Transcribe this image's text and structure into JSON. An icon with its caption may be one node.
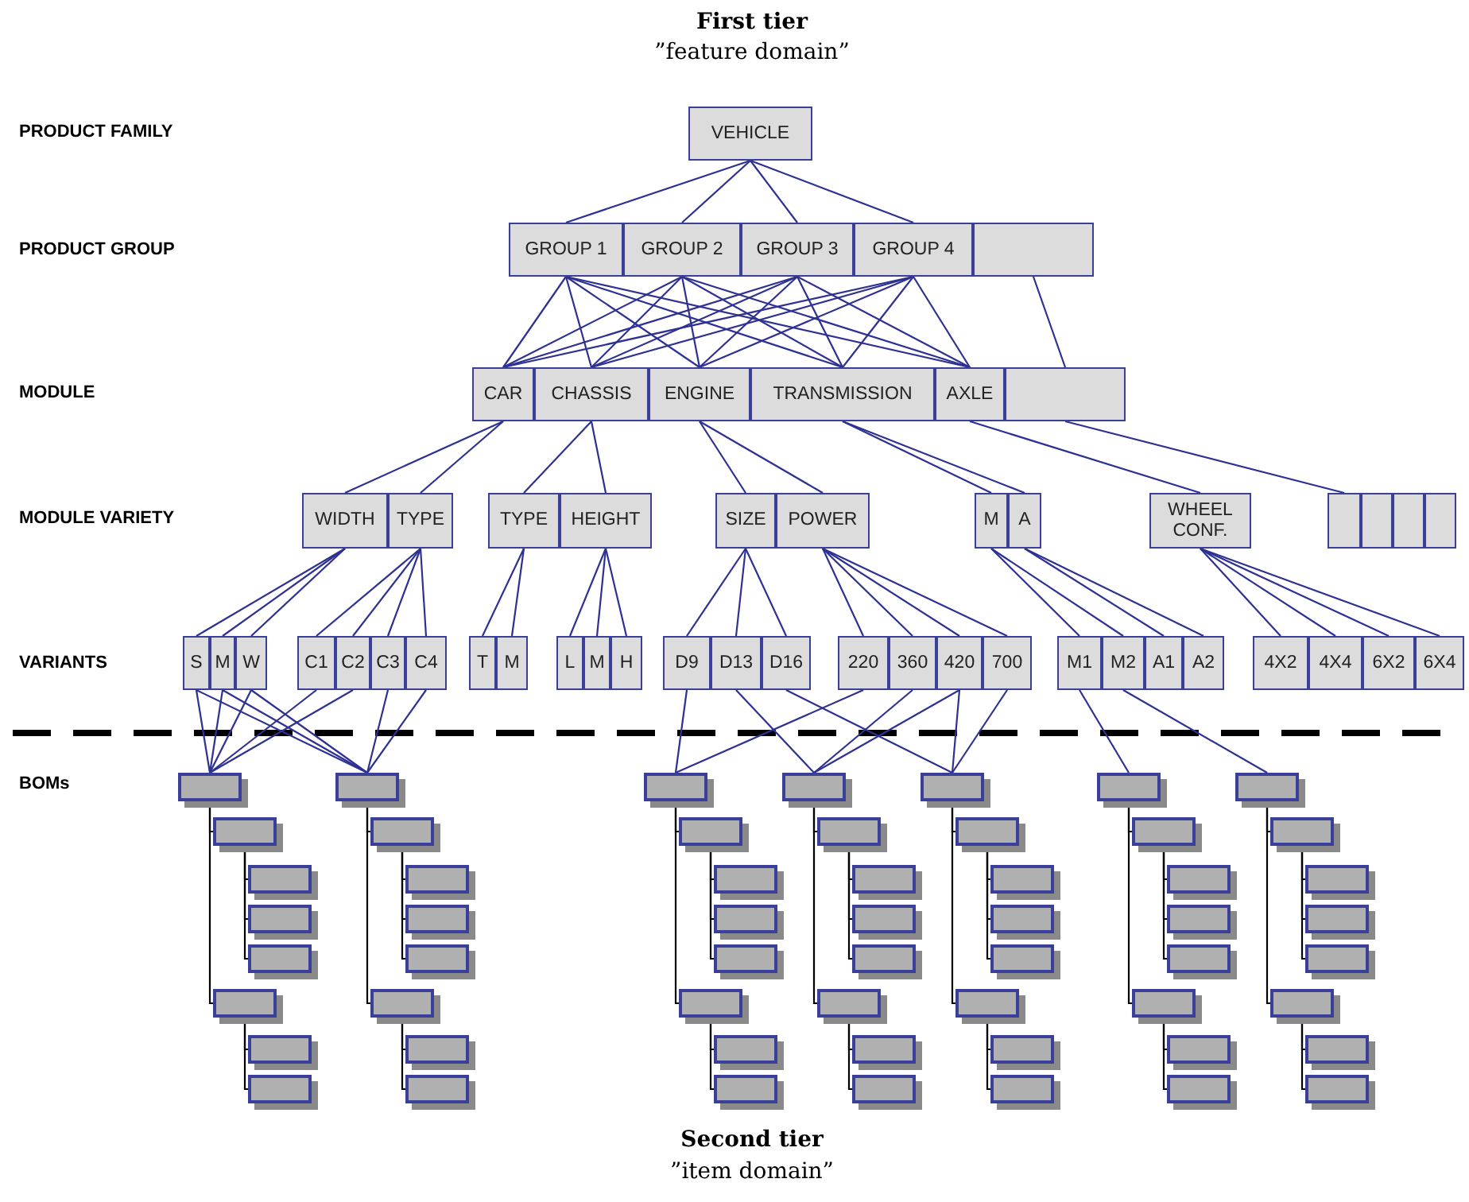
{
  "diagram": {
    "nodes": [
      {
        "text": [
          "VEHICLE"
        ]
      },
      {
        "text": [
          "GROUP 1"
        ]
      },
      {
        "text": [
          "GROUP 2"
        ]
      },
      {
        "text": [
          "GROUP 3"
        ]
      },
      {
        "text": [
          "GROUP 4"
        ]
      },
      {
        "text": [],
        "shape": "box"
      },
      {
        "text": [
          "CAR"
        ]
      },
      {
        "text": [
          "CHASSIS"
        ]
      },
      {
        "text": [
          "ENGINE"
        ]
      },
      {
        "text": [
          "TRANSMISSION"
        ]
      },
      {
        "text": [
          "AXLE"
        ]
      },
      {
        "text": [],
        "shape": "box"
      },
      {
        "text": [
          "WIDTH"
        ]
      },
      {
        "text": [
          "TYPE"
        ]
      },
      {
        "text": [
          "TYPE"
        ]
      },
      {
        "text": [
          "HEIGHT"
        ]
      },
      {
        "text": [
          "SIZE"
        ]
      },
      {
        "text": [
          "POWER"
        ]
      },
      {
        "text": [
          "M"
        ]
      },
      {
        "text": [
          "A"
        ]
      },
      {
        "text": [
          "WHEEL CONF."
        ]
      },
      {
        "text": [],
        "shape": "box"
      },
      {
        "text": [],
        "shape": "box"
      },
      {
        "text": [],
        "shape": "box"
      },
      {
        "text": [],
        "shape": "box"
      },
      {
        "text": [
          "S"
        ]
      },
      {
        "text": [
          "M"
        ]
      },
      {
        "text": [
          "W"
        ]
      },
      {
        "text": [
          "C1"
        ]
      },
      {
        "text": [
          "C2"
        ]
      },
      {
        "text": [
          "C3"
        ]
      },
      {
        "text": [
          "C4"
        ]
      },
      {
        "text": [
          "T"
        ]
      },
      {
        "text": [
          "M"
        ]
      },
      {
        "text": [
          "L"
        ]
      },
      {
        "text": [
          "M"
        ]
      },
      {
        "text": [
          "H"
        ]
      },
      {
        "text": [
          "D9"
        ]
      },
      {
        "text": [
          "D13"
        ]
      },
      {
        "text": [
          "D16"
        ]
      },
      {
        "text": [
          "220"
        ]
      },
      {
        "text": [
          "360"
        ]
      },
      {
        "text": [
          "420"
        ]
      },
      {
        "text": [
          "700"
        ]
      },
      {
        "text": [
          "M1"
        ]
      },
      {
        "text": [
          "M2"
        ]
      },
      {
        "text": [
          "A1"
        ]
      },
      {
        "text": [
          "A2"
        ]
      },
      {
        "text": [
          "4X2"
        ]
      },
      {
        "text": [
          "4X4"
        ]
      },
      {
        "text": [
          "6X2"
        ]
      },
      {
        "text": [
          "6X4"
        ]
      },
      {
        "text": [],
        "shape": "box"
      },
      {
        "text": [],
        "shape": "box"
      },
      {
        "text": [],
        "shape": "box"
      },
      {
        "text": [],
        "shape": "box"
      },
      {
        "text": [],
        "shape": "box"
      },
      {
        "text": [],
        "shape": "box"
      },
      {
        "text": [],
        "shape": "box"
      },
      {
        "text": [],
        "shape": "box"
      },
      {
        "text": [],
        "shape": "box"
      },
      {
        "text": [],
        "shape": "box"
      },
      {
        "text": [],
        "shape": "box"
      },
      {
        "text": [],
        "shape": "box"
      },
      {
        "text": [],
        "shape": "box"
      },
      {
        "text": [],
        "shape": "box"
      },
      {
        "text": [],
        "shape": "box"
      },
      {
        "text": [],
        "shape": "box"
      },
      {
        "text": [],
        "shape": "box"
      },
      {
        "text": [],
        "shape": "box"
      },
      {
        "text": [],
        "shape": "box"
      },
      {
        "text": [],
        "shape": "box"
      },
      {
        "text": [],
        "shape": "box"
      },
      {
        "text": [],
        "shape": "box"
      },
      {
        "text": [],
        "shape": "box"
      },
      {
        "text": [],
        "shape": "box"
      },
      {
        "text": [],
        "shape": "box"
      },
      {
        "text": [],
        "shape": "box"
      },
      {
        "text": [],
        "shape": "box"
      },
      {
        "text": [],
        "shape": "box"
      },
      {
        "text": [],
        "shape": "box"
      },
      {
        "text": [],
        "shape": "box"
      },
      {
        "text": [],
        "shape": "box"
      },
      {
        "text": [],
        "shape": "box"
      },
      {
        "text": [],
        "shape": "box"
      },
      {
        "text": [],
        "shape": "box"
      },
      {
        "text": [],
        "shape": "box"
      },
      {
        "text": [],
        "shape": "box"
      },
      {
        "text": [],
        "shape": "box"
      },
      {
        "text": [],
        "shape": "box"
      },
      {
        "text": [],
        "shape": "box"
      },
      {
        "text": [],
        "shape": "box"
      },
      {
        "text": [],
        "shape": "box"
      },
      {
        "text": [],
        "shape": "box"
      },
      {
        "text": [],
        "shape": "box"
      },
      {
        "text": [],
        "shape": "box"
      },
      {
        "text": [],
        "shape": "box"
      },
      {
        "text": [],
        "shape": "box"
      },
      {
        "text": [],
        "shape": "box"
      },
      {
        "text": [],
        "shape": "box"
      },
      {
        "text": [],
        "shape": "box"
      },
      {
        "text": [],
        "shape": "box"
      },
      {
        "text": [],
        "shape": "box"
      },
      {
        "text": [],
        "shape": "box"
      },
      {
        "text": [],
        "shape": "box"
      },
      {
        "text": [],
        "shape": "box"
      },
      {
        "text": [],
        "shape": "box"
      },
      {
        "text": [],
        "shape": "box"
      }
    ],
    "edges": [
      {
        "from": 0,
        "to": 1,
        "arrow": "none"
      },
      {
        "from": 0,
        "to": 2,
        "arrow": "none"
      },
      {
        "from": 0,
        "to": 3,
        "arrow": "none"
      },
      {
        "from": 0,
        "to": 4,
        "arrow": "none"
      },
      {
        "from": 1,
        "to": 6,
        "arrow": "none"
      },
      {
        "from": 1,
        "to": 7,
        "arrow": "none"
      },
      {
        "from": 1,
        "to": 8,
        "arrow": "none"
      },
      {
        "from": 1,
        "to": 9,
        "arrow": "none"
      },
      {
        "from": 1,
        "to": 10,
        "arrow": "none"
      },
      {
        "from": 2,
        "to": 6,
        "arrow": "none"
      },
      {
        "from": 2,
        "to": 7,
        "arrow": "none"
      },
      {
        "from": 2,
        "to": 8,
        "arrow": "none"
      },
      {
        "from": 2,
        "to": 9,
        "arrow": "none"
      },
      {
        "from": 2,
        "to": 10,
        "arrow": "none"
      },
      {
        "from": 3,
        "to": 6,
        "arrow": "none"
      },
      {
        "from": 3,
        "to": 7,
        "arrow": "none"
      },
      {
        "from": 3,
        "to": 8,
        "arrow": "none"
      },
      {
        "from": 3,
        "to": 9,
        "arrow": "none"
      },
      {
        "from": 3,
        "to": 10,
        "arrow": "none"
      },
      {
        "from": 4,
        "to": 6,
        "arrow": "none"
      },
      {
        "from": 4,
        "to": 7,
        "arrow": "none"
      },
      {
        "from": 4,
        "to": 8,
        "arrow": "none"
      },
      {
        "from": 4,
        "to": 9,
        "arrow": "none"
      },
      {
        "from": 4,
        "to": 10,
        "arrow": "none"
      },
      {
        "from": 5,
        "to": 11,
        "arrow": "none"
      },
      {
        "from": 6,
        "to": 12,
        "arrow": "none"
      },
      {
        "from": 6,
        "to": 13,
        "arrow": "none"
      },
      {
        "from": 7,
        "to": 14,
        "arrow": "none"
      },
      {
        "from": 7,
        "to": 15,
        "arrow": "none"
      },
      {
        "from": 8,
        "to": 16,
        "arrow": "none"
      },
      {
        "from": 8,
        "to": 17,
        "arrow": "none"
      },
      {
        "from": 9,
        "to": 18,
        "arrow": "none"
      },
      {
        "from": 9,
        "to": 19,
        "arrow": "none"
      },
      {
        "from": 10,
        "to": 20,
        "arrow": "none"
      },
      {
        "from": 11,
        "to": 21,
        "arrow": "none"
      },
      {
        "from": 12,
        "to": 25,
        "arrow": "none"
      },
      {
        "from": 12,
        "to": 26,
        "arrow": "none"
      },
      {
        "from": 12,
        "to": 27,
        "arrow": "none"
      },
      {
        "from": 13,
        "to": 28,
        "arrow": "none"
      },
      {
        "from": 13,
        "to": 29,
        "arrow": "none"
      },
      {
        "from": 13,
        "to": 30,
        "arrow": "none"
      },
      {
        "from": 13,
        "to": 31,
        "arrow": "none"
      },
      {
        "from": 14,
        "to": 32,
        "arrow": "none"
      },
      {
        "from": 14,
        "to": 33,
        "arrow": "none"
      },
      {
        "from": 15,
        "to": 34,
        "arrow": "none"
      },
      {
        "from": 15,
        "to": 35,
        "arrow": "none"
      },
      {
        "from": 15,
        "to": 36,
        "arrow": "none"
      },
      {
        "from": 16,
        "to": 37,
        "arrow": "none"
      },
      {
        "from": 16,
        "to": 38,
        "arrow": "none"
      },
      {
        "from": 16,
        "to": 39,
        "arrow": "none"
      },
      {
        "from": 17,
        "to": 40,
        "arrow": "none"
      },
      {
        "from": 17,
        "to": 41,
        "arrow": "none"
      },
      {
        "from": 17,
        "to": 42,
        "arrow": "none"
      },
      {
        "from": 17,
        "to": 43,
        "arrow": "none"
      },
      {
        "from": 18,
        "to": 44,
        "arrow": "none"
      },
      {
        "from": 18,
        "to": 45,
        "arrow": "none"
      },
      {
        "from": 19,
        "to": 46,
        "arrow": "none"
      },
      {
        "from": 19,
        "to": 47,
        "arrow": "none"
      },
      {
        "from": 20,
        "to": 48,
        "arrow": "none"
      },
      {
        "from": 20,
        "to": 49,
        "arrow": "none"
      },
      {
        "from": 20,
        "to": 50,
        "arrow": "none"
      },
      {
        "from": 20,
        "to": 51,
        "arrow": "none"
      },
      {
        "from": 25,
        "to": 52,
        "arrow": "none"
      },
      {
        "from": 25,
        "to": 60,
        "arrow": "none"
      },
      {
        "from": 26,
        "to": 52,
        "arrow": "none"
      },
      {
        "from": 26,
        "to": 60,
        "arrow": "none"
      },
      {
        "from": 27,
        "to": 52,
        "arrow": "none"
      },
      {
        "from": 27,
        "to": 60,
        "arrow": "none"
      },
      {
        "from": 28,
        "to": 52,
        "arrow": "none"
      },
      {
        "from": 29,
        "to": 52,
        "arrow": "none"
      },
      {
        "from": 30,
        "to": 60,
        "arrow": "none"
      },
      {
        "from": 31,
        "to": 60,
        "arrow": "none"
      },
      {
        "from": 37,
        "to": 68,
        "arrow": "none"
      },
      {
        "from": 40,
        "to": 68,
        "arrow": "none"
      },
      {
        "from": 38,
        "to": 76,
        "arrow": "none"
      },
      {
        "from": 41,
        "to": 76,
        "arrow": "none"
      },
      {
        "from": 42,
        "to": 76,
        "arrow": "none"
      },
      {
        "from": 39,
        "to": 84,
        "arrow": "none"
      },
      {
        "from": 42,
        "to": 84,
        "arrow": "none"
      },
      {
        "from": 43,
        "to": 84,
        "arrow": "none"
      },
      {
        "from": 44,
        "to": 92,
        "arrow": "none"
      },
      {
        "from": 45,
        "to": 100,
        "arrow": "none"
      },
      {
        "from": 52,
        "to": 53,
        "arrow": "none",
        "color": "#000000"
      },
      {
        "from": 53,
        "to": 54,
        "arrow": "none",
        "color": "#000000"
      },
      {
        "from": 53,
        "to": 55,
        "arrow": "none",
        "color": "#000000"
      },
      {
        "from": 53,
        "to": 56,
        "arrow": "none",
        "color": "#000000"
      },
      {
        "from": 52,
        "to": 57,
        "arrow": "none",
        "color": "#000000"
      },
      {
        "from": 57,
        "to": 58,
        "arrow": "none",
        "color": "#000000"
      },
      {
        "from": 57,
        "to": 59,
        "arrow": "none",
        "color": "#000000"
      },
      {
        "from": 60,
        "to": 61,
        "arrow": "none",
        "color": "#000000"
      },
      {
        "from": 61,
        "to": 62,
        "arrow": "none",
        "color": "#000000"
      },
      {
        "from": 61,
        "to": 63,
        "arrow": "none",
        "color": "#000000"
      },
      {
        "from": 61,
        "to": 64,
        "arrow": "none",
        "color": "#000000"
      },
      {
        "from": 60,
        "to": 65,
        "arrow": "none",
        "color": "#000000"
      },
      {
        "from": 65,
        "to": 66,
        "arrow": "none",
        "color": "#000000"
      },
      {
        "from": 65,
        "to": 67,
        "arrow": "none",
        "color": "#000000"
      },
      {
        "from": 68,
        "to": 69,
        "arrow": "none",
        "color": "#000000"
      },
      {
        "from": 69,
        "to": 70,
        "arrow": "none",
        "color": "#000000"
      },
      {
        "from": 69,
        "to": 71,
        "arrow": "none",
        "color": "#000000"
      },
      {
        "from": 69,
        "to": 72,
        "arrow": "none",
        "color": "#000000"
      },
      {
        "from": 68,
        "to": 73,
        "arrow": "none",
        "color": "#000000"
      },
      {
        "from": 73,
        "to": 74,
        "arrow": "none",
        "color": "#000000"
      },
      {
        "from": 73,
        "to": 75,
        "arrow": "none",
        "color": "#000000"
      },
      {
        "from": 76,
        "to": 77,
        "arrow": "none",
        "color": "#000000"
      },
      {
        "from": 77,
        "to": 78,
        "arrow": "none",
        "color": "#000000"
      },
      {
        "from": 77,
        "to": 79,
        "arrow": "none",
        "color": "#000000"
      },
      {
        "from": 77,
        "to": 80,
        "arrow": "none",
        "color": "#000000"
      },
      {
        "from": 76,
        "to": 81,
        "arrow": "none",
        "color": "#000000"
      },
      {
        "from": 81,
        "to": 82,
        "arrow": "none",
        "color": "#000000"
      },
      {
        "from": 81,
        "to": 83,
        "arrow": "none",
        "color": "#000000"
      },
      {
        "from": 84,
        "to": 85,
        "arrow": "none",
        "color": "#000000"
      },
      {
        "from": 85,
        "to": 86,
        "arrow": "none",
        "color": "#000000"
      },
      {
        "from": 85,
        "to": 87,
        "arrow": "none",
        "color": "#000000"
      },
      {
        "from": 85,
        "to": 88,
        "arrow": "none",
        "color": "#000000"
      },
      {
        "from": 84,
        "to": 89,
        "arrow": "none",
        "color": "#000000"
      },
      {
        "from": 89,
        "to": 90,
        "arrow": "none",
        "color": "#000000"
      },
      {
        "from": 89,
        "to": 91,
        "arrow": "none",
        "color": "#000000"
      },
      {
        "from": 92,
        "to": 93,
        "arrow": "none",
        "color": "#000000"
      },
      {
        "from": 93,
        "to": 94,
        "arrow": "none",
        "color": "#000000"
      },
      {
        "from": 93,
        "to": 95,
        "arrow": "none",
        "color": "#000000"
      },
      {
        "from": 93,
        "to": 96,
        "arrow": "none",
        "color": "#000000"
      },
      {
        "from": 92,
        "to": 97,
        "arrow": "none",
        "color": "#000000"
      },
      {
        "from": 97,
        "to": 98,
        "arrow": "none",
        "color": "#000000"
      },
      {
        "from": 97,
        "to": 99,
        "arrow": "none",
        "color": "#000000"
      },
      {
        "from": 100,
        "to": 101,
        "arrow": "none",
        "color": "#000000"
      },
      {
        "from": 101,
        "to": 102,
        "arrow": "none",
        "color": "#000000"
      },
      {
        "from": 101,
        "to": 103,
        "arrow": "none",
        "color": "#000000"
      },
      {
        "from": 101,
        "to": 104,
        "arrow": "none",
        "color": "#000000"
      },
      {
        "from": 100,
        "to": 105,
        "arrow": "none",
        "color": "#000000"
      },
      {
        "from": 105,
        "to": 106,
        "arrow": "none",
        "color": "#000000"
      },
      {
        "from": 105,
        "to": 107,
        "arrow": "none",
        "color": "#000000"
      }
    ],
    "labels": [
      "First tier",
      "”feature domain”",
      "PRODUCT FAMILY",
      "PRODUCT GROUP",
      "MODULE",
      "MODULE VARIETY",
      "VARIANTS",
      "BOMs",
      "Second tier",
      "”item domain”"
    ]
  }
}
